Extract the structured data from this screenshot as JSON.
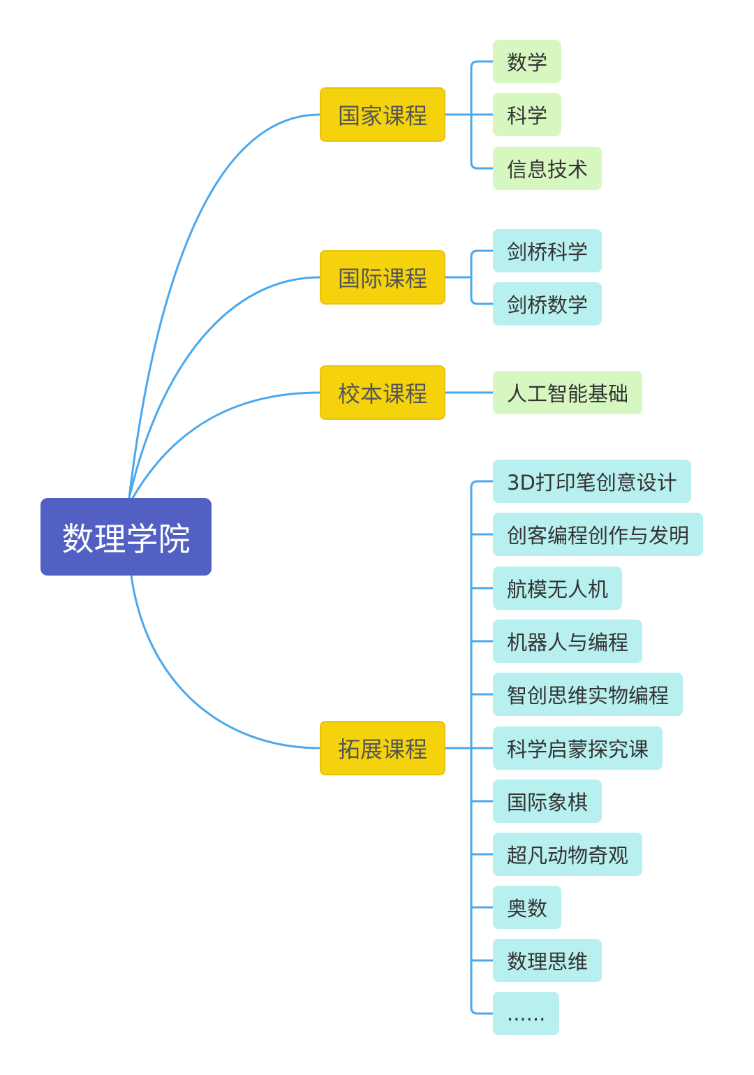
{
  "root": {
    "label": "数理学院"
  },
  "branches": [
    {
      "label": "国家课程",
      "items": [
        "数学",
        "科学",
        "信息技术"
      ]
    },
    {
      "label": "国际课程",
      "items": [
        "剑桥科学",
        "剑桥数学"
      ]
    },
    {
      "label": "校本课程",
      "items": [
        "人工智能基础"
      ]
    },
    {
      "label": "拓展课程",
      "items": [
        "3D打印笔创意设计",
        "创客编程创作与发明",
        "航模无人机",
        "机器人与编程",
        "智创思维实物编程",
        "科学启蒙探究课",
        "国际象棋",
        "超凡动物奇观",
        "奥数",
        "数理思维",
        "......"
      ]
    }
  ],
  "colors": {
    "root_fill": "#5260c4",
    "branch_fill": "#f4d30c",
    "leaf_green": "#d7f7c0",
    "leaf_cyan": "#b8f0ef",
    "connector": "#4aa8ee"
  }
}
